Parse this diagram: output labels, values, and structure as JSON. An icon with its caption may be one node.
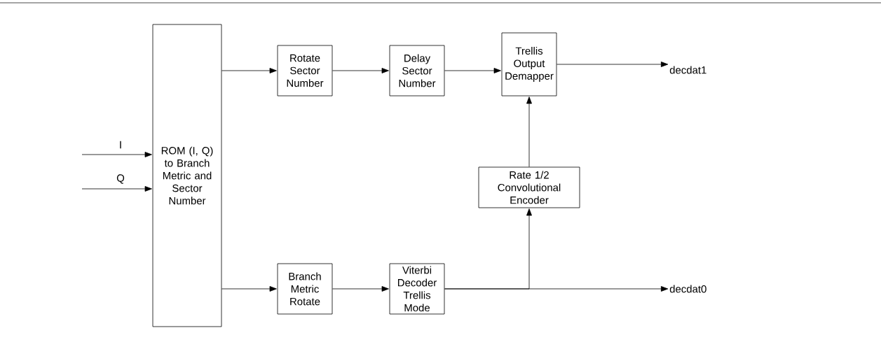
{
  "diagram": {
    "nodes": [
      {
        "text": [
          "ROM (I, Q) to Branch Metric and Sector Number"
        ]
      },
      {
        "text": [
          "Rotate Sector Number"
        ]
      },
      {
        "text": [
          "Delay Sector Number"
        ]
      },
      {
        "text": [
          "Trellis Output Demapper"
        ]
      },
      {
        "text": [
          "Rate 1/2 Convolutional Encoder"
        ]
      },
      {
        "text": [
          "Branch Metric Rotate"
        ]
      },
      {
        "text": [
          "Viterbi Decoder Trellis Mode"
        ]
      },
      {
        "text": [
          "decdat1"
        ]
      },
      {
        "text": [
          "decdat0"
        ]
      }
    ],
    "edges": [
      {
        "from": null,
        "to": 0,
        "arrow": "to",
        "label": "I"
      },
      {
        "from": null,
        "to": 0,
        "arrow": "to",
        "label": "Q"
      },
      {
        "from": 0,
        "to": 1,
        "arrow": "to"
      },
      {
        "from": 1,
        "to": 2,
        "arrow": "to"
      },
      {
        "from": 2,
        "to": 3,
        "arrow": "to"
      },
      {
        "from": 3,
        "to": 7,
        "arrow": "to"
      },
      {
        "from": 0,
        "to": 5,
        "arrow": "to"
      },
      {
        "from": 5,
        "to": 6,
        "arrow": "to"
      },
      {
        "from": 6,
        "to": 8,
        "arrow": "to"
      },
      {
        "from": 6,
        "to": 4,
        "arrow": "to"
      },
      {
        "from": 4,
        "to": 3,
        "arrow": "to"
      }
    ]
  }
}
